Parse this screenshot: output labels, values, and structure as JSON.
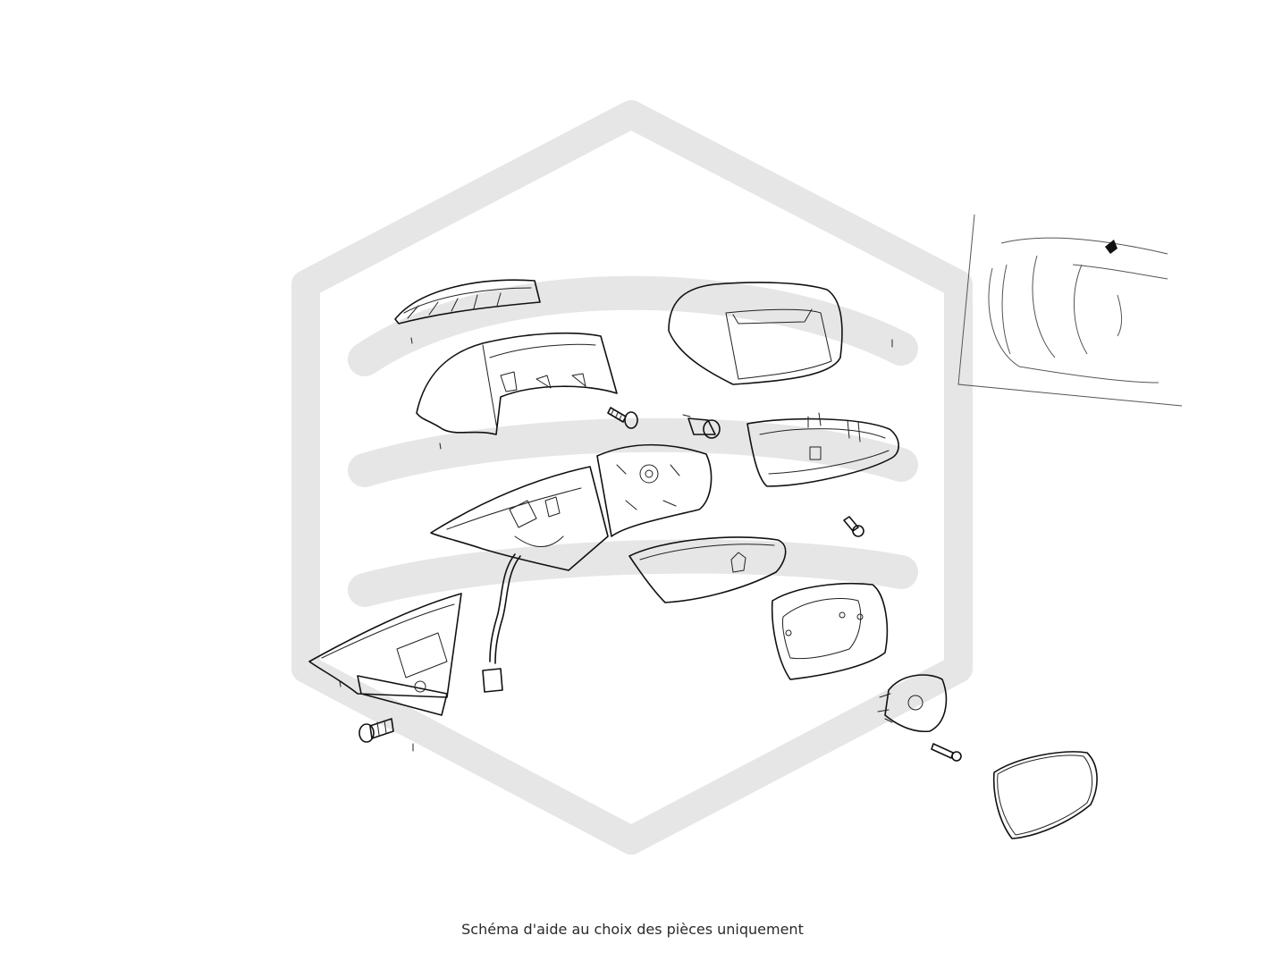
{
  "caption": "Schéma d'aide au choix des pièces uniquement",
  "watermark": {
    "color": "#e6e6e6"
  },
  "parts": [
    {
      "name": "indicator-light"
    },
    {
      "name": "mirror-cap-upper"
    },
    {
      "name": "mirror-cover"
    },
    {
      "name": "screw"
    },
    {
      "name": "bulb"
    },
    {
      "name": "mirror-frame-rear"
    },
    {
      "name": "mirror-housing-base"
    },
    {
      "name": "wiring-harness"
    },
    {
      "name": "mirror-trim-lower"
    },
    {
      "name": "clip-screw"
    },
    {
      "name": "mirror-glass-holder"
    },
    {
      "name": "mirror-mounting-base"
    },
    {
      "name": "mounting-bolt"
    },
    {
      "name": "adjustment-motor"
    },
    {
      "name": "motor-screw"
    },
    {
      "name": "mirror-glass"
    },
    {
      "name": "car-locator-inset"
    }
  ]
}
